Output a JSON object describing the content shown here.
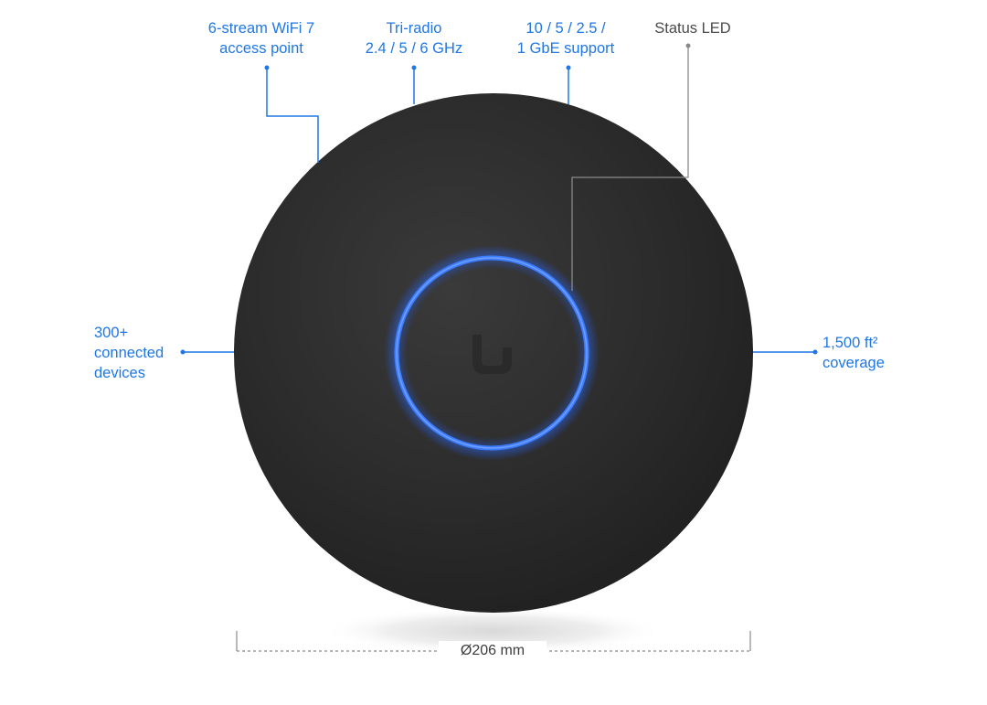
{
  "callouts": {
    "wifi": {
      "lines": [
        "6-stream WiFi 7",
        "access point"
      ]
    },
    "radio": {
      "lines": [
        "Tri-radio",
        "2.4 / 5 / 6 GHz"
      ]
    },
    "ethernet": {
      "lines": [
        "10 / 5 / 2.5 /",
        "1 GbE support"
      ]
    },
    "led": {
      "lines": [
        "Status LED"
      ]
    },
    "devices": {
      "lines": [
        "300+",
        "connected",
        "devices"
      ]
    },
    "coverage": {
      "lines": [
        "1,500 ft²",
        "coverage"
      ]
    }
  },
  "dimension": {
    "label": "Ø206 mm"
  },
  "colors": {
    "accent": "#1f77e6",
    "device_body": "#2b2b2b",
    "led_ring": "#3d7dff",
    "led_callout": "#8a8a8a"
  },
  "icons": {
    "device": "access-point-disc",
    "led_ring": "status-led-ring-icon",
    "logo": "u-logo-icon"
  }
}
